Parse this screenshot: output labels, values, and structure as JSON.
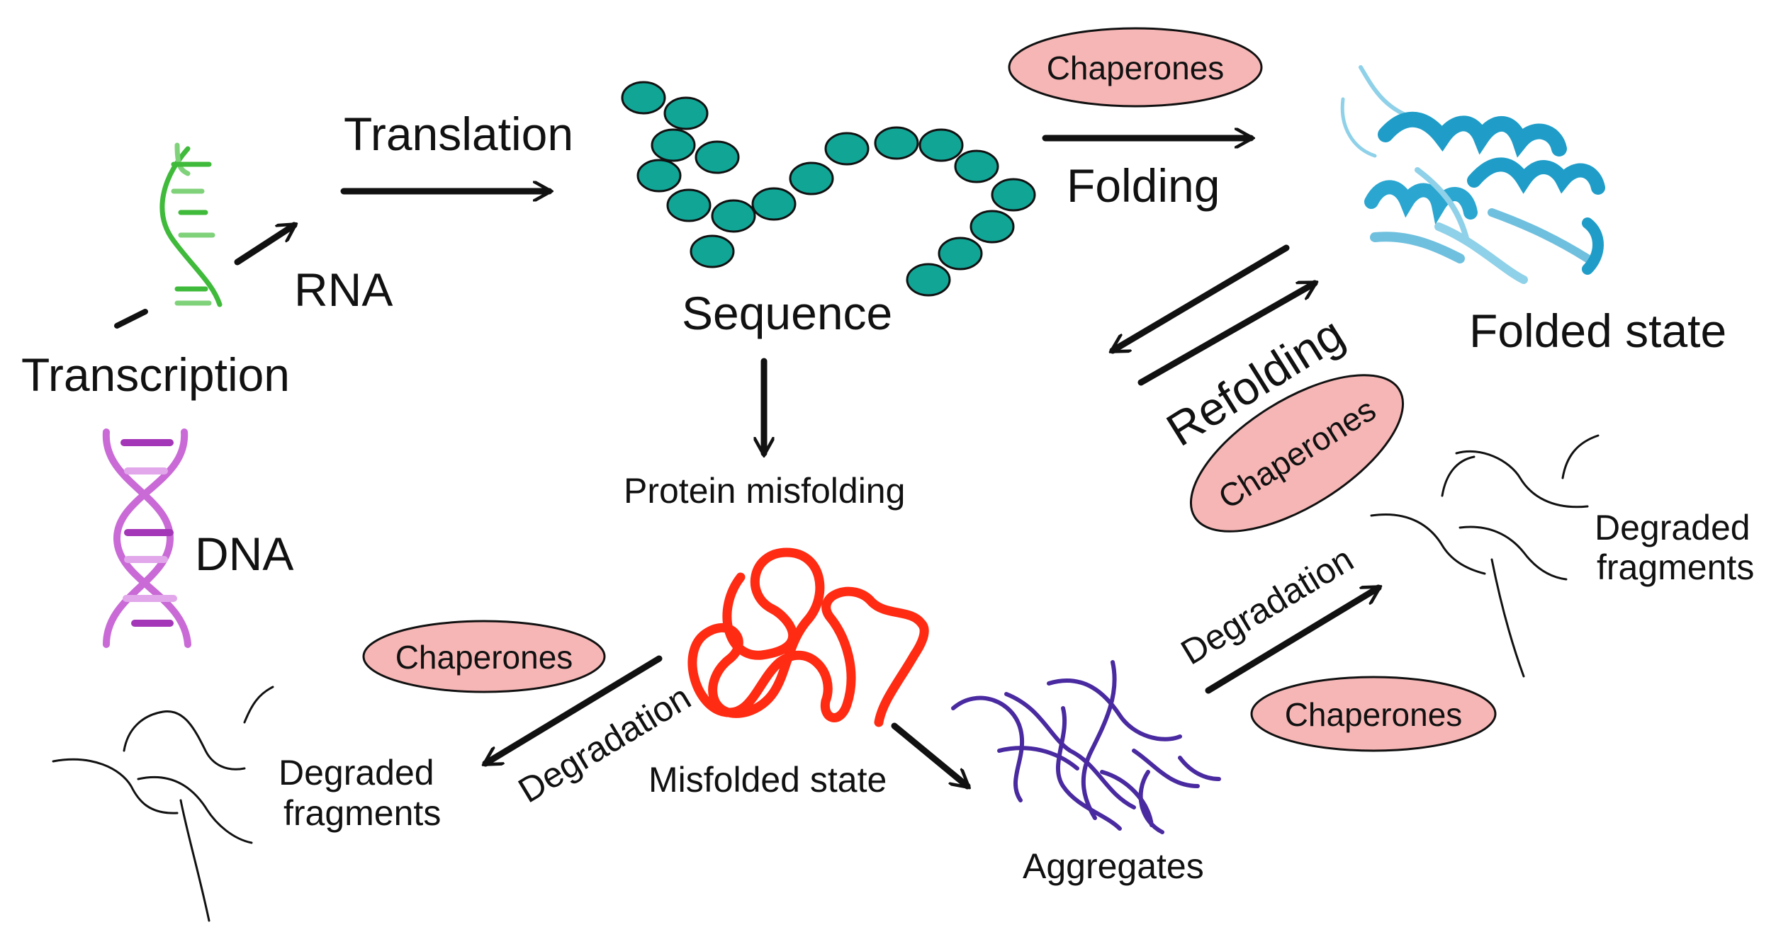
{
  "labels": {
    "translation": "Translation",
    "rna": "RNA",
    "transcription": "Transcription",
    "dna": "DNA",
    "sequence": "Sequence",
    "folding": "Folding",
    "folded_state": "Folded state",
    "refolding": "Refolding",
    "protein_misfolding": "Protein misfolding",
    "misfolded_state": "Misfolded state",
    "aggregates": "Aggregates",
    "degradation_left": "Degradation",
    "degradation_right": "Degradation",
    "degraded_left_line1": "Degraded",
    "degraded_left_line2": "fragments",
    "degraded_right_line1": "Degraded",
    "degraded_right_line2": "fragments"
  },
  "chaperones": [
    {
      "id": "folding",
      "label": "Chaperones"
    },
    {
      "id": "refolding",
      "label": "Chaperones"
    },
    {
      "id": "misfold-degradation",
      "label": "Chaperones"
    },
    {
      "id": "aggregate-degradation",
      "label": "Chaperones"
    }
  ],
  "colors": {
    "arrow": "#111111",
    "chaperone_fill": "#f7b6b6",
    "bead_fill": "#11a596",
    "rna": "#3fba3a",
    "dna": "#c96ad6",
    "misfolded": "#ff2b12",
    "aggregate": "#4a2aa0",
    "folded_protein": "#1f9dc8"
  },
  "icons": [
    "rna-helix-icon",
    "dna-helix-icon",
    "amino-acid-chain-icon",
    "folded-protein-icon",
    "misfolded-protein-icon",
    "aggregate-icon",
    "fragment-icon"
  ]
}
